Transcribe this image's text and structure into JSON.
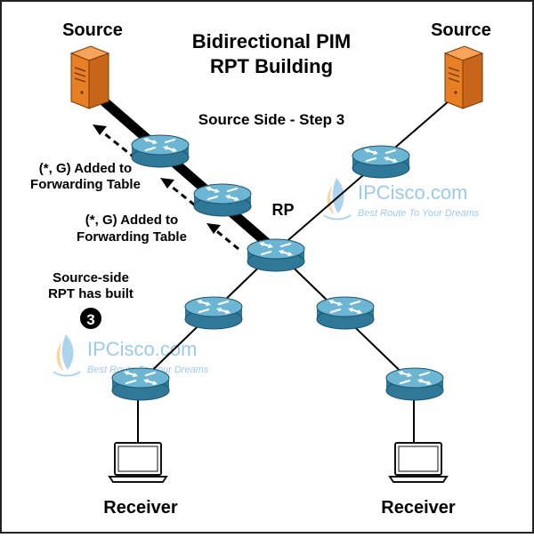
{
  "title_line1": "Bidirectional PIM",
  "title_line2": "RPT Building",
  "subtitle": "Source Side - Step 3",
  "source_left": "Source",
  "source_right": "Source",
  "rp_label": "RP",
  "note_top_line1": "(*, G) Added to",
  "note_top_line2": "Forwarding Table",
  "note_mid_line1": "(*, G) Added to",
  "note_mid_line2": "Forwarding Table",
  "status_line1": "Source-side",
  "status_line2": "RPT has built",
  "step_number": "3",
  "receiver_left": "Receiver",
  "receiver_right": "Receiver",
  "watermark_brand": "IPCisco.com",
  "watermark_slogan": "Best Route To Your Dreams",
  "colors": {
    "router_body": "#3d87a8",
    "router_top": "#6db6d3",
    "server_body": "#f08b33",
    "link": "#000000",
    "watermark_blue": "#4aa0d8",
    "watermark_orange": "#f5a623"
  }
}
